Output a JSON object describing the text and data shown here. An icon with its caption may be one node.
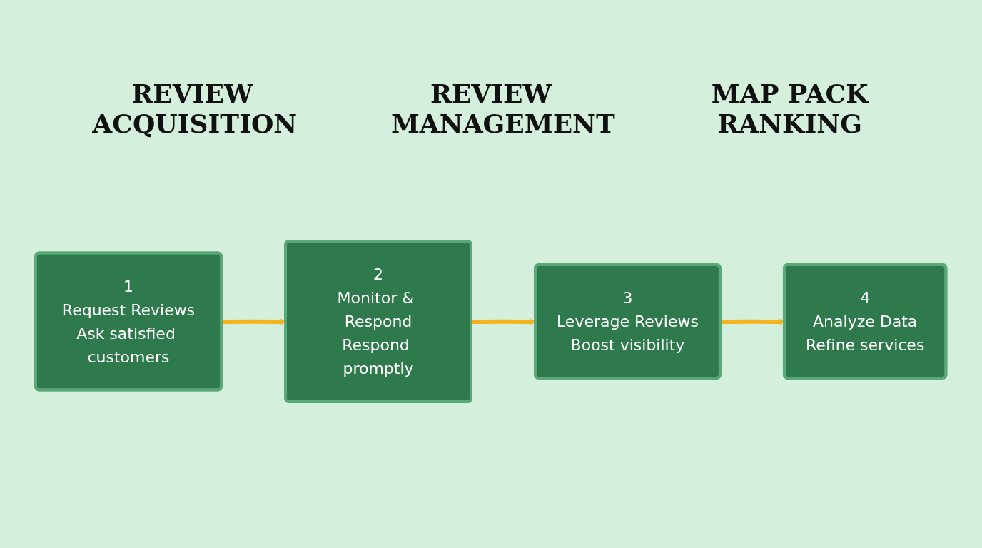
{
  "diagram": {
    "nodes": [
      {
        "text": [
          "1",
          "Request Reviews",
          "Ask satisfied customers"
        ]
      },
      {
        "text": [
          "2",
          "Monitor & Respond",
          "Respond promptly"
        ]
      },
      {
        "text": [
          "3",
          "Leverage Reviews",
          "Boost visibility"
        ]
      },
      {
        "text": [
          "4",
          "Analyze Data",
          "Refine services"
        ]
      }
    ],
    "edges": [
      {
        "from": 0,
        "to": 1,
        "arrow": "to"
      },
      {
        "from": 1,
        "to": 2,
        "arrow": "to"
      },
      {
        "from": 2,
        "to": 3,
        "arrow": "to"
      }
    ],
    "labels": [
      "REVIEW ACQUISITION",
      "REVIEW MANAGEMENT",
      "MAP PACK RANKING"
    ]
  }
}
